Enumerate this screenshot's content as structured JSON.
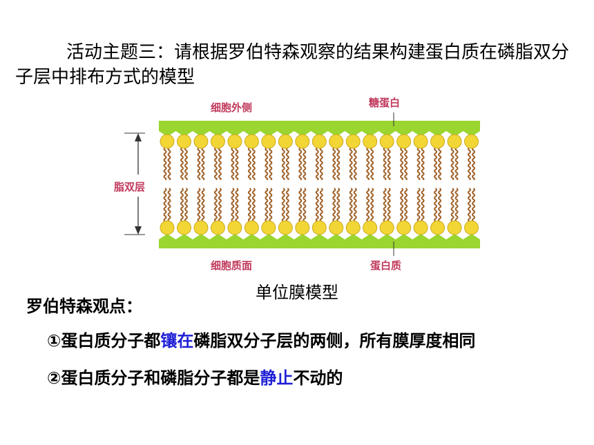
{
  "title": "活动主题三：请根据罗伯特森观察的结果构建蛋白质在磷脂双分子层中排布方式的模型",
  "diagram": {
    "label_outside": "细胞外侧",
    "label_glycoprotein": "糖蛋白",
    "label_bilayer": "脂双层",
    "label_cytoplasm": "细胞质面",
    "label_protein": "蛋白质",
    "colors": {
      "protein_layer": "#9ad530",
      "head": "#f2d635",
      "tail": "#a0622a",
      "label": "#c0395b"
    }
  },
  "caption": "单位膜模型",
  "view_heading": "罗伯特森观点：",
  "points": [
    {
      "prefix": "①蛋白质分子都",
      "highlight": "镶在",
      "suffix": "磷脂双分子层的两侧，所有膜厚度相同"
    },
    {
      "prefix": "②蛋白质分子和磷脂分子都是",
      "highlight": "静止",
      "suffix": "不动的"
    }
  ],
  "highlight_color": "#1f1fd6"
}
